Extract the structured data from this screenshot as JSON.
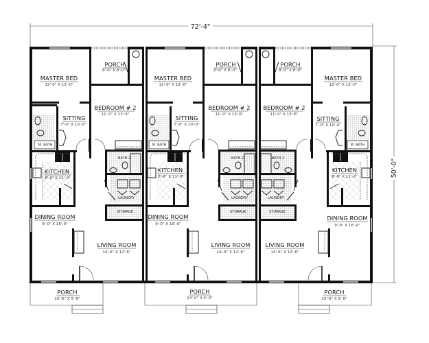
{
  "drawing": {
    "overall_width": "72'-4\"",
    "overall_depth": "50'-0\""
  },
  "units": [
    {
      "id": "unit-left",
      "rooms": {
        "master_bed": {
          "name": "MASTER BED",
          "dim": "12'-0\" X 12'-0\""
        },
        "porch_back": {
          "name": "PORCH",
          "dim": "8'-0\" X 8'-0\""
        },
        "bedroom2": {
          "name": "BEDROOM # 2",
          "dim": "11'-0\" X 13'-6\""
        },
        "sitting": {
          "name": "SITTING",
          "dim": "7'-0\" X 10'-0\""
        },
        "m_bath": {
          "name": "M. BATH"
        },
        "kitchen": {
          "name": "KITCHEN",
          "dim": "8'-6\" X 11'-0\""
        },
        "bath2": {
          "name": "BATH 2"
        },
        "laundry": {
          "name": "LAUNDRY"
        },
        "storage": {
          "name": "STORAGE"
        },
        "dining": {
          "name": "DINING ROOM",
          "dim": "9'-0\" X 16'-0\""
        },
        "living": {
          "name": "LIVING ROOM",
          "dim": "14'-6\" X 12'-6\""
        },
        "porch_front": {
          "name": "PORCH",
          "dim": "15'-6\" X 5'-0\""
        }
      }
    },
    {
      "id": "unit-middle",
      "rooms": {
        "master_bed": {
          "name": "MASTER BED",
          "dim": "12'-0\" X 12'-0\""
        },
        "porch_back": {
          "name": "PORCH",
          "dim": "8'-0\" X 8'-0\""
        },
        "bedroom2": {
          "name": "BEDROOM # 2",
          "dim": "11'-0\" X 13'-6\""
        },
        "sitting": {
          "name": "SITTING",
          "dim": "7'-0\" X 10'-0\""
        },
        "m_bath": {
          "name": "M. BATH"
        },
        "kitchen": {
          "name": "KITCHEN",
          "dim": "8'-6\" X 11'-0\""
        },
        "bath2": {
          "name": "BATH 2"
        },
        "laundry": {
          "name": "LAUNDRY"
        },
        "storage": {
          "name": "STORAGE"
        },
        "dining": {
          "name": "DINING ROOM",
          "dim": "9'-0\" X 16'-0\""
        },
        "living": {
          "name": "LIVING ROOM",
          "dim": "14'-6\" X 12'-6\""
        },
        "porch_front": {
          "name": "PORCH",
          "dim": "24'-0\" X 5'-0\""
        }
      }
    },
    {
      "id": "unit-right",
      "rooms": {
        "master_bed": {
          "name": "MASTER BED",
          "dim": "12'-0\" X 12'-0\""
        },
        "porch_back": {
          "name": "PORCH",
          "dim": "8'-0\" X 8'-0\""
        },
        "bedroom2": {
          "name": "BEDROOM # 2",
          "dim": "11'-0\" X 13'-6\""
        },
        "sitting": {
          "name": "SITTING",
          "dim": "7'-0\" X 10'-0\""
        },
        "m_bath": {
          "name": "M. BATH"
        },
        "kitchen": {
          "name": "KITCHEN",
          "dim": "8'-6\" X 11'-0\""
        },
        "bath2": {
          "name": "BATH 2"
        },
        "laundry": {
          "name": "LAUNDRY"
        },
        "storage": {
          "name": "STORAGE"
        },
        "dining": {
          "name": "DINING ROOM",
          "dim": "9'-0\" X 16'-0\""
        },
        "living": {
          "name": "LIVING ROOM",
          "dim": "14'-6\" X 12'-6\""
        },
        "porch_front": {
          "name": "PORCH",
          "dim": "15'-6\" X 5'-0\""
        }
      }
    }
  ]
}
